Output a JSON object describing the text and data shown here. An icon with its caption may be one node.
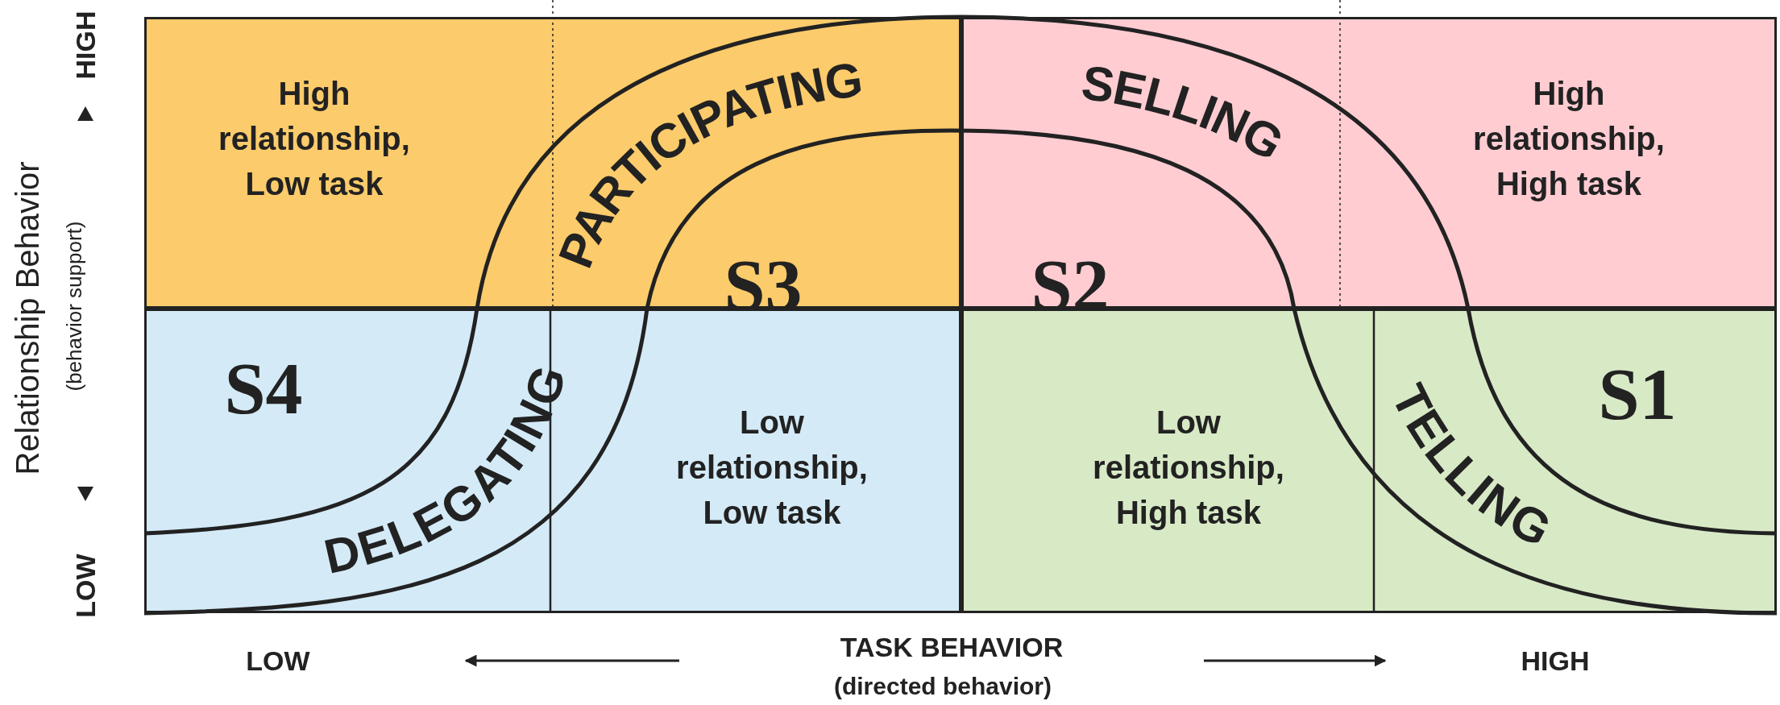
{
  "diagram": {
    "nodes": [
      {
        "text": [
          "High relationship, Low task",
          "S3"
        ]
      },
      {
        "text": [
          "High relationship, High task",
          "S2"
        ]
      },
      {
        "text": [
          "S4",
          "Low relationship, Low task"
        ]
      },
      {
        "text": [
          "Low relationship, High task",
          "S1"
        ]
      }
    ],
    "labels": [
      "HIGH",
      "Relationship Behavior",
      "(behavior support)",
      "LOW",
      "PARTICIPATING",
      "SELLING",
      "DELEGATING",
      "TELLING",
      "LOW",
      "TASK BEHAVIOR",
      "(directed behavior)",
      "HIGH"
    ]
  }
}
